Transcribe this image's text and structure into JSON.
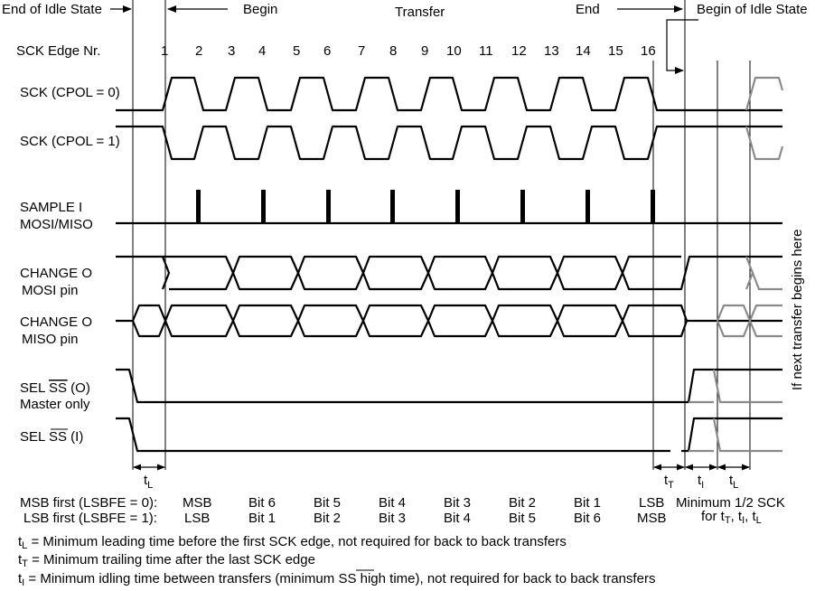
{
  "header": {
    "end_idle": "End of Idle State",
    "begin": "Begin",
    "transfer": "Transfer",
    "end": "End",
    "begin_idle": "Begin of Idle State"
  },
  "rows": {
    "edge_label": "SCK Edge Nr.",
    "edges": [
      "1",
      "2",
      "3",
      "4",
      "5",
      "6",
      "7",
      "8",
      "9",
      "10",
      "11",
      "12",
      "13",
      "14",
      "15",
      "16"
    ],
    "sck_cpol0": "SCK (CPOL = 0)",
    "sck_cpol1": "SCK (CPOL = 1)",
    "sample_1": "SAMPLE I",
    "sample_2": "MOSI/MISO",
    "mosi_1": "CHANGE O",
    "mosi_2": "MOSI pin",
    "miso_1": "CHANGE O",
    "miso_2": "MISO pin",
    "ss_o_1a": "SEL ",
    "ss_o_1b": "SS",
    "ss_o_1c": " (O)",
    "ss_o_2": "Master only",
    "ss_i_a": "SEL ",
    "ss_i_b": "SS",
    "ss_i_c": " (I)"
  },
  "side_note": "If next transfer begins here",
  "timing": {
    "tL": "t",
    "tL_sub": "L",
    "tT": "t",
    "tT_sub": "T",
    "tI": "t",
    "tI_sub": "I"
  },
  "bit_order": {
    "msb_label": "MSB first (LSBFE = 0):",
    "lsb_label": "LSB first (LSBFE = 1):",
    "msb_bits": [
      "MSB",
      "Bit 6",
      "Bit 5",
      "Bit 4",
      "Bit 3",
      "Bit 2",
      "Bit 1",
      "LSB"
    ],
    "lsb_bits": [
      "LSB",
      "Bit 1",
      "Bit 2",
      "Bit 3",
      "Bit 4",
      "Bit 5",
      "Bit 6",
      "MSB"
    ],
    "min_note_1": "Minimum 1/2 SCK",
    "min_note_2": "for t",
    "min_note_T": "T",
    "min_note_I": "I",
    "min_note_L": "L"
  },
  "legend": {
    "tL_desc": " = Minimum leading time before the first SCK edge, not required for back to back transfers",
    "tT_desc": " = Minimum trailing time after the last SCK edge",
    "tI_desc_a": " = Minimum idling time between transfers (minimum ",
    "tI_desc_ss": "SS",
    "tI_desc_b": " high time), not required for back to back transfers"
  },
  "colors": {
    "signal": "#000000",
    "next_transfer": "#8a8a8a"
  }
}
